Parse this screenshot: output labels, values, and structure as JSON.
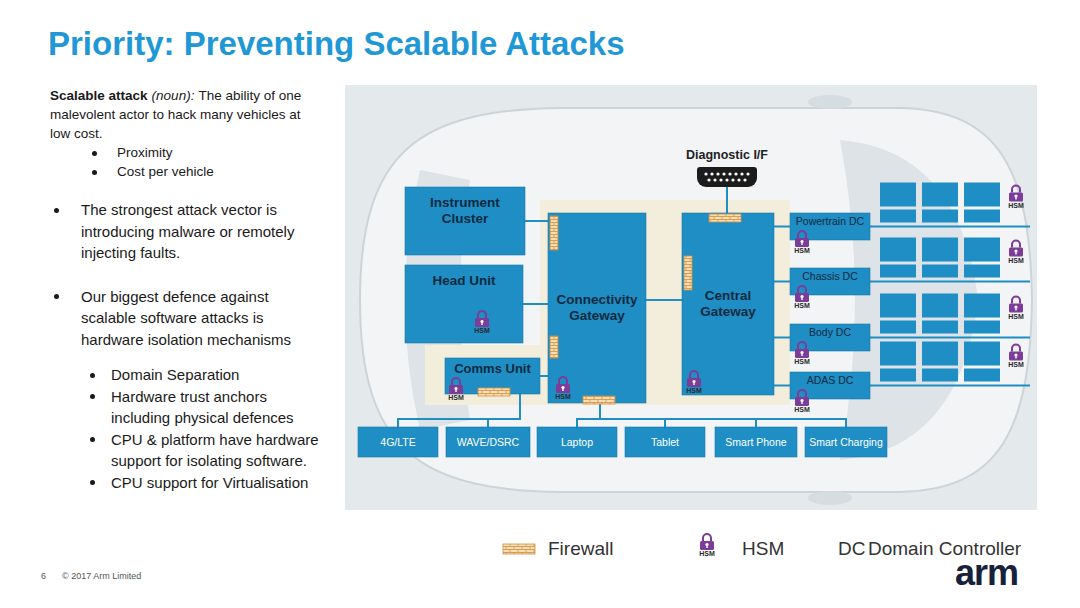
{
  "diagram": {
    "title": "Priority: Preventing Scalable Attacks",
    "nodes": [
      {
        "text": [
          "Diagnostic I/F"
        ]
      },
      {
        "text": [
          "Instrument Cluster"
        ]
      },
      {
        "text": [
          "Head Unit"
        ]
      },
      {
        "text": [
          "Comms Unit"
        ]
      },
      {
        "text": [
          "Connectivity Gateway"
        ]
      },
      {
        "text": [
          "Central Gateway"
        ]
      },
      {
        "text": [
          "Powertrain DC"
        ]
      },
      {
        "text": [
          "Chassis DC"
        ]
      },
      {
        "text": [
          "Body DC"
        ]
      },
      {
        "text": [
          "ADAS DC"
        ]
      },
      {
        "text": [
          "4G/LTE"
        ]
      },
      {
        "text": [
          "WAVE/DSRC"
        ]
      },
      {
        "text": [
          "Laptop"
        ]
      },
      {
        "text": [
          "Tablet"
        ]
      },
      {
        "text": [
          "Smart Phone"
        ]
      },
      {
        "text": [
          "Smart Charging"
        ]
      }
    ],
    "edges": [
      {
        "from": 1,
        "to": 4,
        "arrow": "none"
      },
      {
        "from": 2,
        "to": 4,
        "arrow": "none"
      },
      {
        "from": 3,
        "to": 4,
        "arrow": "none"
      },
      {
        "from": 4,
        "to": 5,
        "arrow": "none"
      },
      {
        "from": 0,
        "to": 5,
        "arrow": "none"
      },
      {
        "from": 5,
        "to": 6,
        "arrow": "none"
      },
      {
        "from": 5,
        "to": 7,
        "arrow": "none"
      },
      {
        "from": 5,
        "to": 8,
        "arrow": "none"
      },
      {
        "from": 5,
        "to": 9,
        "arrow": "none"
      },
      {
        "from": 3,
        "to": 10,
        "arrow": "none"
      },
      {
        "from": 3,
        "to": 11,
        "arrow": "none"
      },
      {
        "from": 4,
        "to": 12,
        "arrow": "none"
      },
      {
        "from": 4,
        "to": 13,
        "arrow": "none"
      },
      {
        "from": 4,
        "to": 14,
        "arrow": "none"
      },
      {
        "from": 4,
        "to": 15,
        "arrow": "none"
      }
    ],
    "labels": [
      "HSM",
      "HSM",
      "HSM",
      "HSM",
      "HSM",
      "HSM",
      "HSM",
      "HSM",
      "HSM",
      "HSM",
      "HSM",
      "HSM",
      "Scalable attack",
      "(noun):",
      "The ability of one malevolent actor to hack many vehicles at low cost.",
      "Proximity",
      "Cost per vehicle",
      "The strongest attack vector is introducing malware or remotely injecting faults.",
      "Our biggest defence against scalable software attacks is hardware isolation mechanisms",
      "Domain Separation",
      "Hardware trust anchors including physical defences",
      "CPU & platform have hardware support for isolating software.",
      "CPU support for Virtualisation",
      "HSM",
      "DC",
      "6",
      "© 2017 Arm Limited",
      "arm"
    ],
    "legend": [
      {
        "text": "Firewall"
      },
      {
        "text": "HSM"
      },
      {
        "text": "Domain Controller"
      }
    ]
  }
}
